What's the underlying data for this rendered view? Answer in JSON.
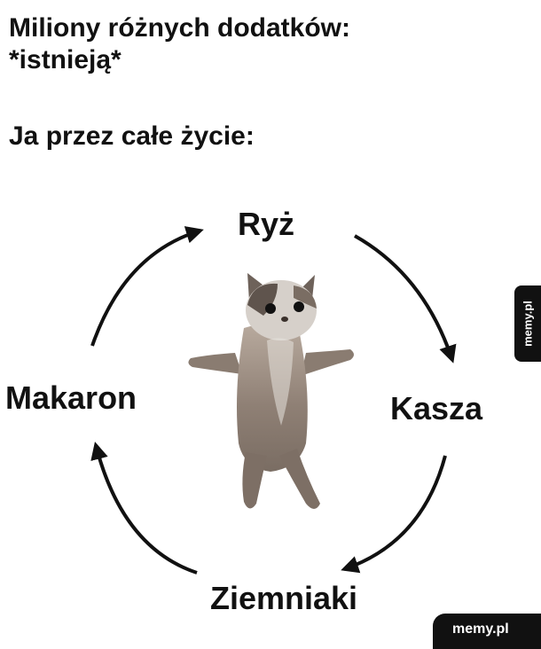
{
  "caption": {
    "line1": "Miliony różnych dodatków:",
    "line2": "*istnieją*",
    "line3": "Ja przez całe życie:"
  },
  "cycle": {
    "items": [
      "Ryż",
      "Kasza",
      "Ziemniaki",
      "Makaron"
    ],
    "arrow_color": "#111111"
  },
  "watermark": {
    "side": "memy.pl",
    "corner": "memy.pl"
  }
}
